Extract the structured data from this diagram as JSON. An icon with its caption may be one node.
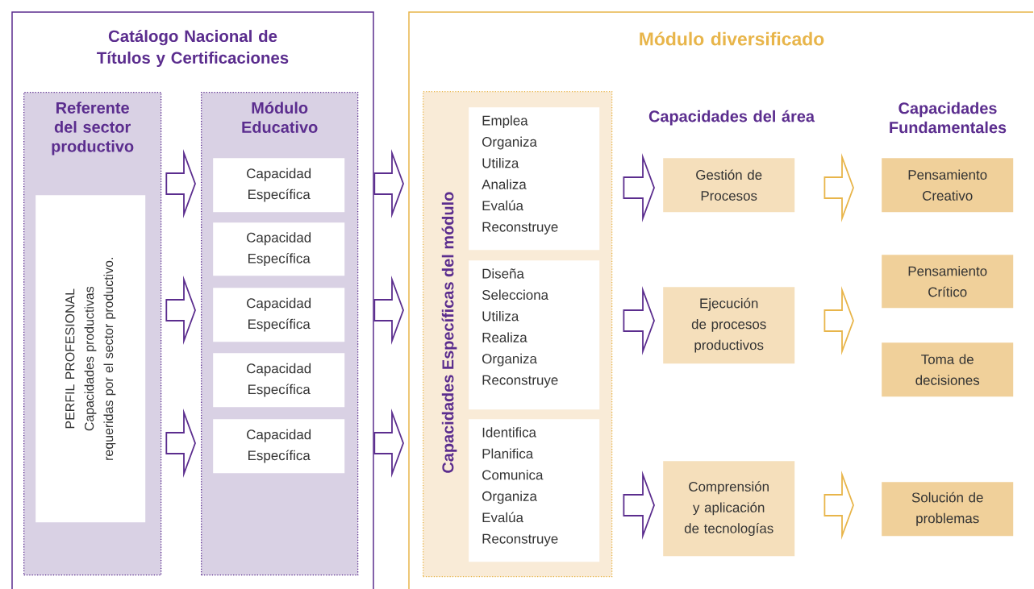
{
  "diagram": {
    "nodes": [
      {
        "text": [
          "Catálogo Nacional de Títulos y Certificaciones"
        ]
      },
      {
        "text": [
          "Referente del sector productivo"
        ],
        "in": 0
      },
      {
        "text": [
          "PERFIL PROFESIONAL",
          "Capacidades productivas requeridas por el sector productivo."
        ],
        "in": 1
      },
      {
        "text": [
          "Módulo Educativo"
        ],
        "in": 0
      },
      {
        "text": [
          "Capacidad Específica"
        ],
        "in": 3
      },
      {
        "text": [
          "Capacidad Específica"
        ],
        "in": 3
      },
      {
        "text": [
          "Capacidad Específica"
        ],
        "in": 3
      },
      {
        "text": [
          "Capacidad Específica"
        ],
        "in": 3
      },
      {
        "text": [
          "Capacidad Específica"
        ],
        "in": 3
      },
      {
        "text": [
          "Módulo diversificado"
        ]
      },
      {
        "text": [
          "Capacidades Específicas del módulo"
        ],
        "in": 9
      },
      {
        "text": [
          "Emplea",
          "Organiza",
          "Utiliza",
          "Analiza",
          "Evalúa",
          "Reconstruye"
        ],
        "in": 10
      },
      {
        "text": [
          "Diseña",
          "Selecciona",
          "Utiliza",
          "Realiza",
          "Organiza",
          "Reconstruye"
        ],
        "in": 10
      },
      {
        "text": [
          "Identifica",
          "Planifica",
          "Comunica",
          "Organiza",
          "Evalúa",
          "Reconstruye"
        ],
        "in": 10
      },
      {
        "text": [
          "Gestión de Procesos"
        ],
        "in": 9
      },
      {
        "text": [
          "Ejecución de procesos productivos"
        ],
        "in": 9
      },
      {
        "text": [
          "Comprensión y aplicación de tecnologías"
        ],
        "in": 9
      },
      {
        "text": [
          "Pensamiento Creativo"
        ],
        "in": 9
      },
      {
        "text": [
          "Pensamiento Crítico"
        ],
        "in": 9
      },
      {
        "text": [
          "Toma de decisiones"
        ],
        "in": 9
      },
      {
        "text": [
          "Solución de problemas"
        ],
        "in": 9
      }
    ],
    "edges": [
      {
        "from": 1,
        "to": 3,
        "arrow": "to"
      },
      {
        "from": 1,
        "to": 3,
        "arrow": "to"
      },
      {
        "from": 1,
        "to": 3,
        "arrow": "to"
      },
      {
        "from": 3,
        "to": 10,
        "arrow": "to"
      },
      {
        "from": 3,
        "to": 10,
        "arrow": "to"
      },
      {
        "from": 3,
        "to": 10,
        "arrow": "to"
      },
      {
        "from": 11,
        "to": 14,
        "arrow": "to"
      },
      {
        "from": 12,
        "to": 15,
        "arrow": "to"
      },
      {
        "from": 13,
        "to": 16,
        "arrow": "to"
      },
      {
        "from": 14,
        "to": 17,
        "arrow": "to",
        "color": "#e8b54a"
      },
      {
        "from": 15,
        "to": 18,
        "arrow": "to",
        "color": "#e8b54a"
      },
      {
        "from": 15,
        "to": 19,
        "arrow": "to",
        "color": "#e8b54a"
      },
      {
        "from": 16,
        "to": 20,
        "arrow": "to",
        "color": "#e8b54a"
      }
    ],
    "labels": [
      "Capacidades del área",
      "Capacidades Fundamentales"
    ]
  }
}
